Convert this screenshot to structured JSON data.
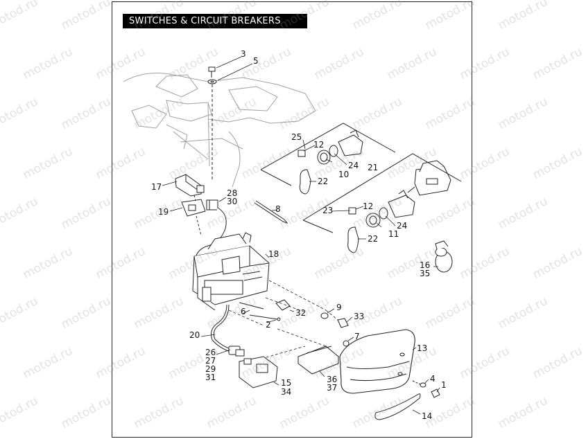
{
  "title": "SWITCHES & CIRCUIT BREAKERS",
  "watermark": "motod.ru",
  "callouts": [
    "1",
    "2",
    "3",
    "4",
    "5",
    "6",
    "7",
    "8",
    "9",
    "10",
    "11",
    "12",
    "12",
    "13",
    "14",
    "15",
    "16",
    "17",
    "18",
    "19",
    "20",
    "21",
    "22",
    "22",
    "23",
    "24",
    "24",
    "25",
    "26",
    "27",
    "28",
    "29",
    "30",
    "31",
    "32",
    "33",
    "34",
    "35",
    "36",
    "37"
  ],
  "colors": {
    "line": "#222222",
    "ghost": "#9a9a9a",
    "title_bg": "#000000",
    "title_text": "#ffffff"
  }
}
